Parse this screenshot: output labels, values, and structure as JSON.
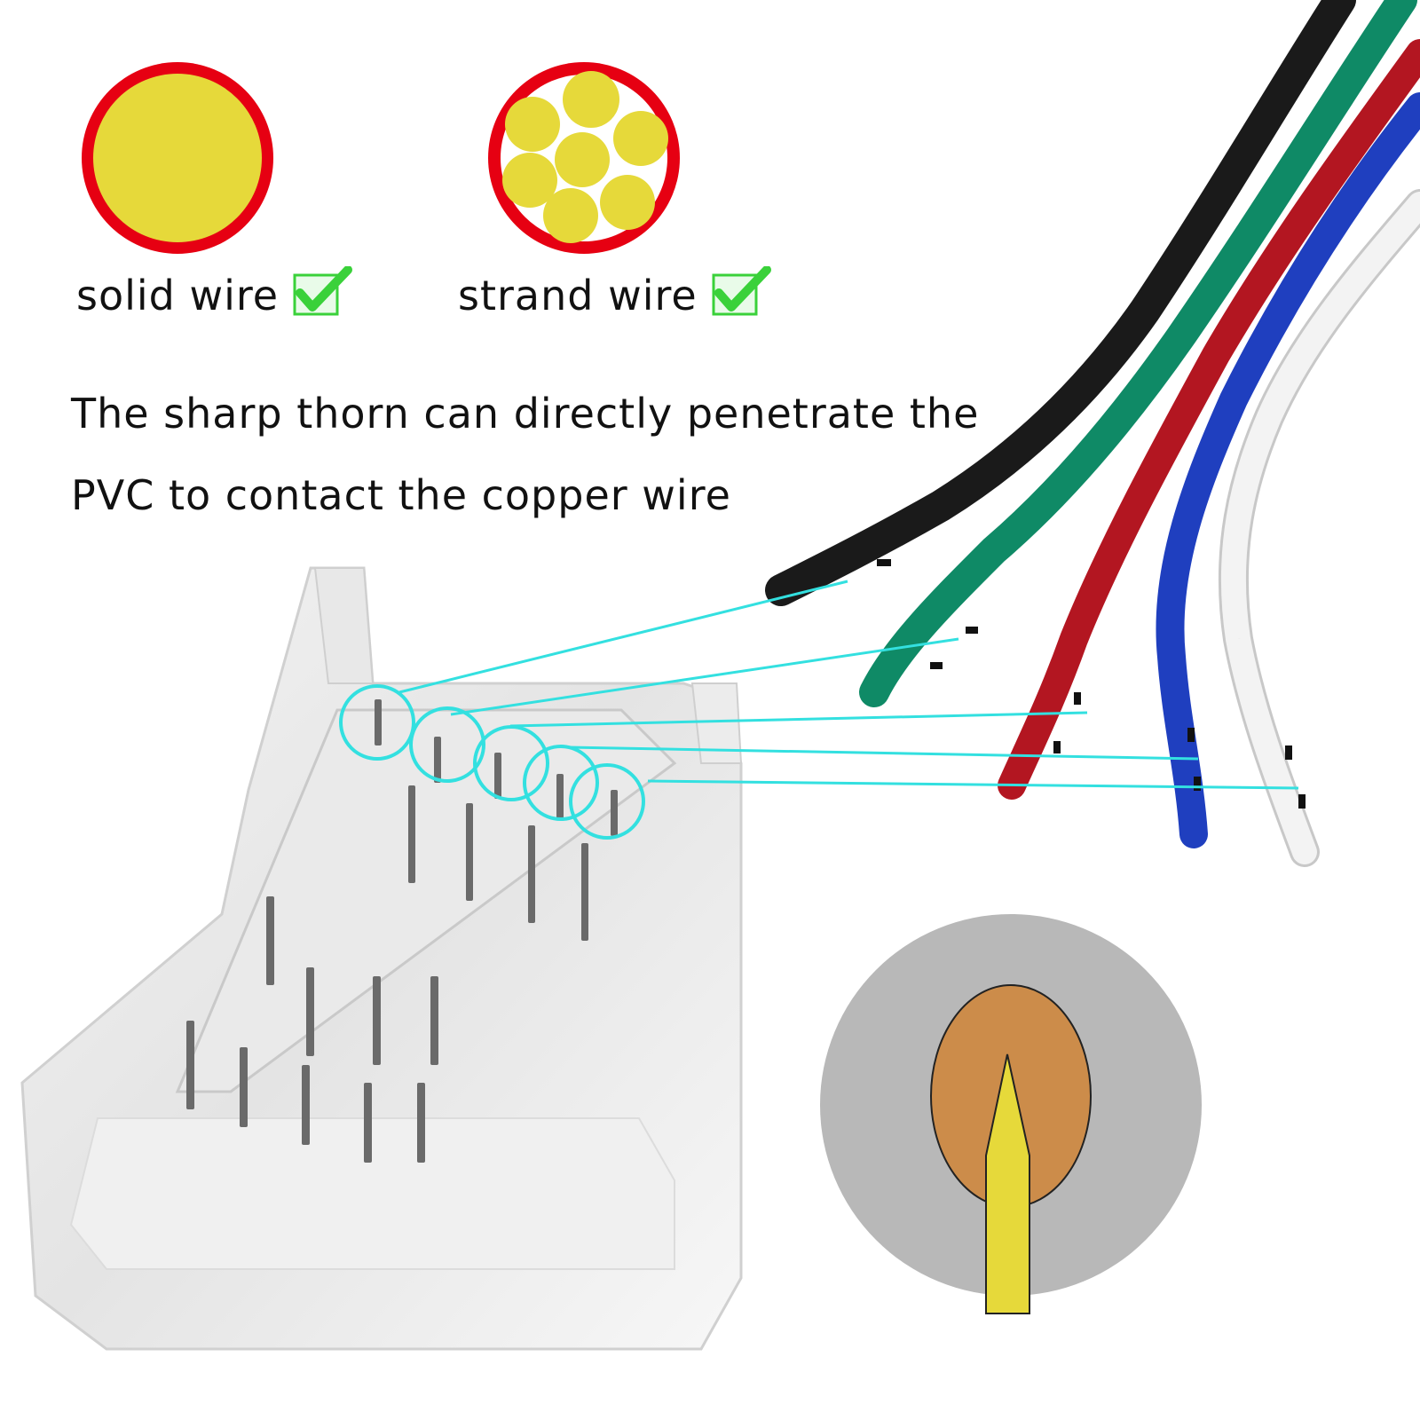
{
  "solid": {
    "label": "solid wire",
    "ring_color": "#e60012",
    "core_color": "#e6d93a"
  },
  "strand": {
    "label": "strand wire",
    "ring_color": "#e60012",
    "core_color": "#e6d93a"
  },
  "check_icon_color": "#3ad13a",
  "caption": {
    "line1": "The sharp thorn can directly penetrate the",
    "line2": "PVC to contact the copper wire"
  },
  "wires": [
    {
      "name": "black",
      "color": "#1a1a1a"
    },
    {
      "name": "green",
      "color": "#0f8a66"
    },
    {
      "name": "red",
      "color": "#b31621"
    },
    {
      "name": "blue",
      "color": "#1f3fbf"
    },
    {
      "name": "white",
      "color": "#f3f3f3"
    }
  ],
  "leader_line_color": "#33e0e0",
  "cross_section": {
    "insulation_color": "#b8b8b8",
    "copper_color": "#cc8c4a",
    "pin_color": "#e6d93a"
  }
}
